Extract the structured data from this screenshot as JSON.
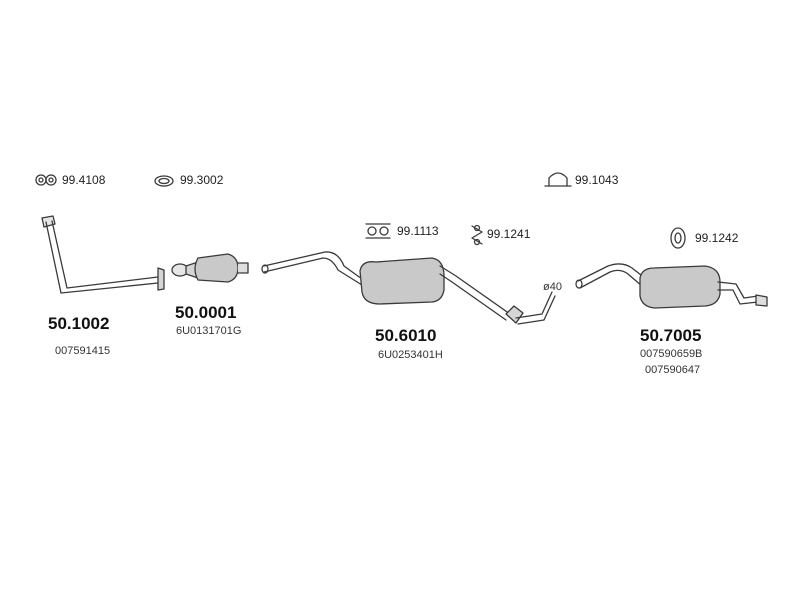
{
  "colors": {
    "pipe_fill": "#c9c9c9",
    "pipe_stroke": "#3a3a3a",
    "text": "#222222",
    "background": "#ffffff"
  },
  "accessories": [
    {
      "icon": "clamp-ring-icon",
      "part_number": "99.4108"
    },
    {
      "icon": "gasket-ring-icon",
      "part_number": "99.3002"
    },
    {
      "icon": "rubber-mount-icon",
      "part_number": "99.1113"
    },
    {
      "icon": "hanger-bracket-icon",
      "part_number": "99.1241"
    },
    {
      "icon": "u-clamp-icon",
      "part_number": "99.1043"
    },
    {
      "icon": "mount-ring-icon",
      "part_number": "99.1242"
    }
  ],
  "parts": [
    {
      "name": "front-downpipe",
      "part_number": "50.1002",
      "oe_numbers": [
        "007591415"
      ]
    },
    {
      "name": "catalytic-converter",
      "part_number": "50.0001",
      "oe_numbers": [
        "6U0131701G"
      ]
    },
    {
      "name": "middle-silencer",
      "part_number": "50.6010",
      "oe_numbers": [
        "6U0253401H"
      ]
    },
    {
      "name": "rear-silencer",
      "part_number": "50.7005",
      "oe_numbers": [
        "007590659B",
        "007590647"
      ]
    }
  ],
  "annotations": {
    "pipe_diameter": "ø40"
  }
}
